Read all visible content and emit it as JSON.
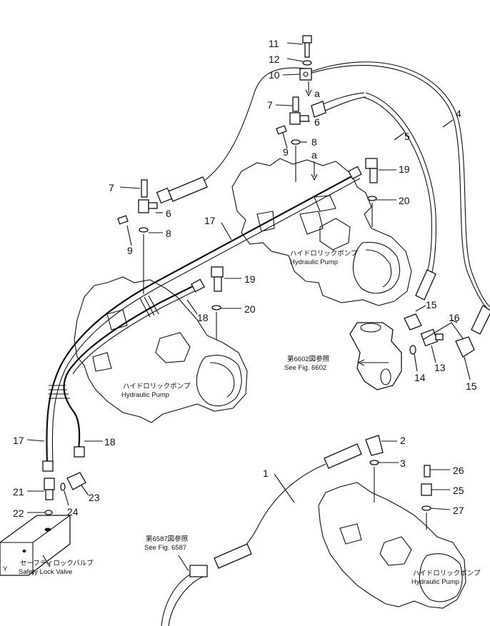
{
  "callouts": [
    {
      "id": "c11",
      "text": "11"
    },
    {
      "id": "c12",
      "text": "12"
    },
    {
      "id": "c10",
      "text": "10"
    },
    {
      "id": "c7a",
      "text": "7"
    },
    {
      "id": "c6a",
      "text": "6"
    },
    {
      "id": "c8a",
      "text": "8"
    },
    {
      "id": "c9a",
      "text": "9"
    },
    {
      "id": "c4",
      "text": "4"
    },
    {
      "id": "c5",
      "text": "5"
    },
    {
      "id": "c19a",
      "text": "19"
    },
    {
      "id": "c20a",
      "text": "20"
    },
    {
      "id": "c7b",
      "text": "7"
    },
    {
      "id": "c6b",
      "text": "6"
    },
    {
      "id": "c8b",
      "text": "8"
    },
    {
      "id": "c9b",
      "text": "9"
    },
    {
      "id": "c17a",
      "text": "17"
    },
    {
      "id": "c19b",
      "text": "19"
    },
    {
      "id": "c18a",
      "text": "18"
    },
    {
      "id": "c20b",
      "text": "20"
    },
    {
      "id": "c15a",
      "text": "15"
    },
    {
      "id": "c16",
      "text": "16"
    },
    {
      "id": "c14",
      "text": "14"
    },
    {
      "id": "c13",
      "text": "13"
    },
    {
      "id": "c15b",
      "text": "15"
    },
    {
      "id": "c17b",
      "text": "17"
    },
    {
      "id": "c18b",
      "text": "18"
    },
    {
      "id": "c2",
      "text": "2"
    },
    {
      "id": "c3",
      "text": "3"
    },
    {
      "id": "c1",
      "text": "1"
    },
    {
      "id": "c26",
      "text": "26"
    },
    {
      "id": "c25",
      "text": "25"
    },
    {
      "id": "c27",
      "text": "27"
    },
    {
      "id": "c21",
      "text": "21"
    },
    {
      "id": "c23",
      "text": "23"
    },
    {
      "id": "c22",
      "text": "22"
    },
    {
      "id": "c24",
      "text": "24"
    }
  ],
  "markers": {
    "a_top": "a",
    "a_mid": "a"
  },
  "labels": {
    "pump1_jp": "ハイドロリックポンプ",
    "pump1_en": "Hydraulic  Pump",
    "pump2_jp": "ハイドロリックポンプ",
    "pump2_en": "Hydraulic  Pump",
    "pump3_jp": "ハイドロリックポンプ",
    "pump3_en": "Hydraulic  Pump",
    "fig6602_jp": "第6602図参照",
    "fig6602_en": "See  Fig. 6602",
    "fig6587_jp": "第6587図参照",
    "fig6587_en": "See  Fig. 6587",
    "valve_jp": "セーフティロックバルブ",
    "valve_en": "Safety  Lock  Valve",
    "y_mark": "Y"
  }
}
